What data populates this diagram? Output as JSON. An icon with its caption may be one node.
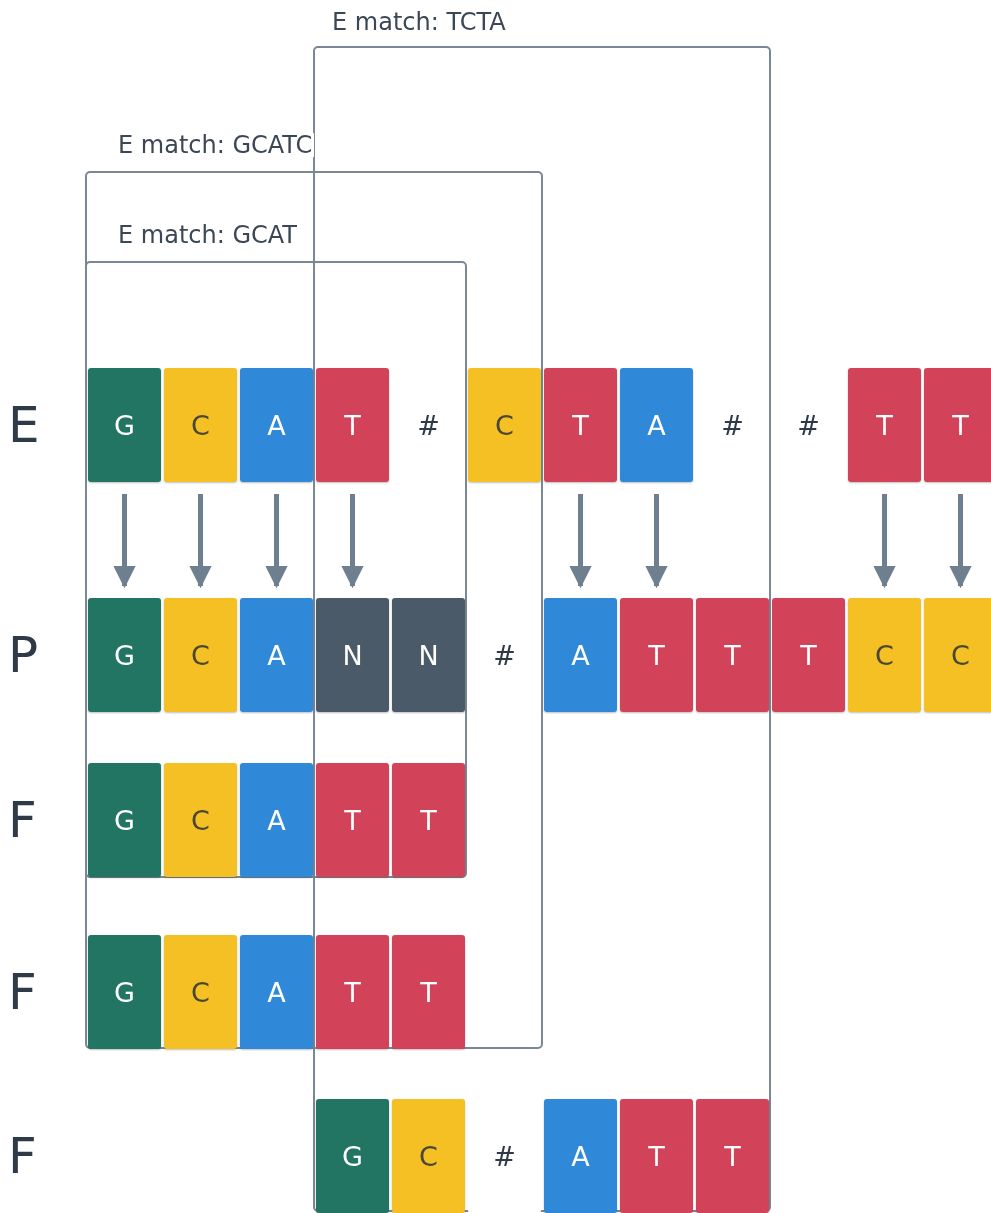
{
  "diagram": {
    "nodes": [
      {
        "text": [
          "G"
        ]
      },
      {
        "text": [
          "C"
        ]
      },
      {
        "text": [
          "A"
        ]
      },
      {
        "text": [
          "T"
        ]
      },
      {
        "text": [
          "#"
        ]
      },
      {
        "text": [
          "C"
        ]
      },
      {
        "text": [
          "T"
        ]
      },
      {
        "text": [
          "A"
        ]
      },
      {
        "text": [
          "#"
        ]
      },
      {
        "text": [
          "#"
        ]
      },
      {
        "text": [
          "T"
        ]
      },
      {
        "text": [
          "T"
        ]
      },
      {
        "text": [
          "G"
        ]
      },
      {
        "text": [
          "C"
        ]
      },
      {
        "text": [
          "A"
        ]
      },
      {
        "text": [
          "N"
        ]
      },
      {
        "text": [
          "N"
        ]
      },
      {
        "text": [
          "#"
        ]
      },
      {
        "text": [
          "A"
        ]
      },
      {
        "text": [
          "T"
        ]
      },
      {
        "text": [
          "T"
        ]
      },
      {
        "text": [
          "T"
        ]
      },
      {
        "text": [
          "C"
        ]
      },
      {
        "text": [
          "C"
        ]
      },
      {
        "text": [
          "G"
        ]
      },
      {
        "text": [
          "C"
        ]
      },
      {
        "text": [
          "A"
        ]
      },
      {
        "text": [
          "T"
        ]
      },
      {
        "text": [
          "T"
        ]
      },
      {
        "text": [
          "G"
        ]
      },
      {
        "text": [
          "C"
        ]
      },
      {
        "text": [
          "A"
        ]
      },
      {
        "text": [
          "T"
        ]
      },
      {
        "text": [
          "T"
        ]
      },
      {
        "text": [
          "G"
        ]
      },
      {
        "text": [
          "C"
        ]
      },
      {
        "text": [
          "#"
        ]
      },
      {
        "text": [
          "A"
        ]
      },
      {
        "text": [
          "T"
        ]
      },
      {
        "text": [
          "T"
        ]
      }
    ],
    "edges": [
      {
        "from": 0,
        "to": 12,
        "arrow": "to"
      },
      {
        "from": 1,
        "to": 13,
        "arrow": "to"
      },
      {
        "from": 2,
        "to": 14,
        "arrow": "to"
      },
      {
        "from": 3,
        "to": 15,
        "arrow": "to"
      },
      {
        "from": 6,
        "to": 18,
        "arrow": "to"
      },
      {
        "from": 7,
        "to": 19,
        "arrow": "to"
      },
      {
        "from": 10,
        "to": 22,
        "arrow": "to"
      },
      {
        "from": 11,
        "to": 23,
        "arrow": "to"
      }
    ],
    "labels": [
      "E match: TCTA",
      "E match: GCATC",
      "E match: GCAT",
      "E",
      "P",
      "F",
      "F",
      "F"
    ]
  }
}
